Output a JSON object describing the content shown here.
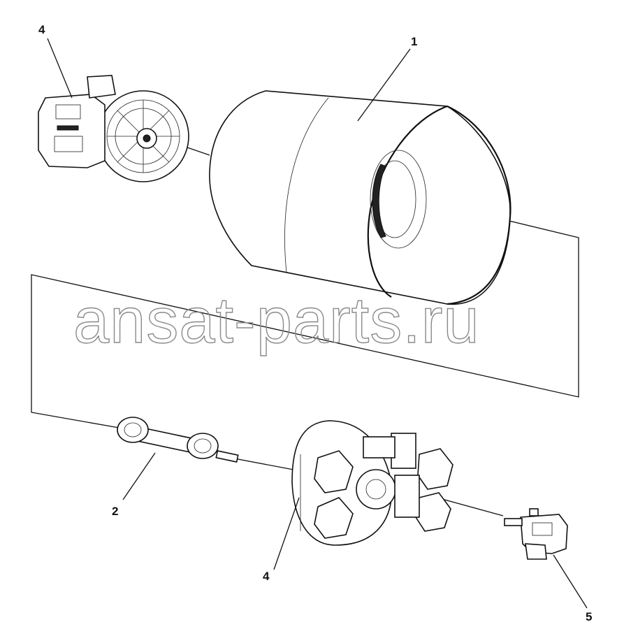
{
  "diagram": {
    "callouts": [
      {
        "id": "callout-1-drum",
        "label": "1"
      },
      {
        "id": "callout-2-shaft",
        "label": "2"
      },
      {
        "id": "callout-4-top-drive",
        "label": "4"
      },
      {
        "id": "callout-4-bottom-drive",
        "label": "4"
      },
      {
        "id": "callout-5-pump",
        "label": "5"
      }
    ],
    "watermark": "ansat-parts.ru"
  }
}
